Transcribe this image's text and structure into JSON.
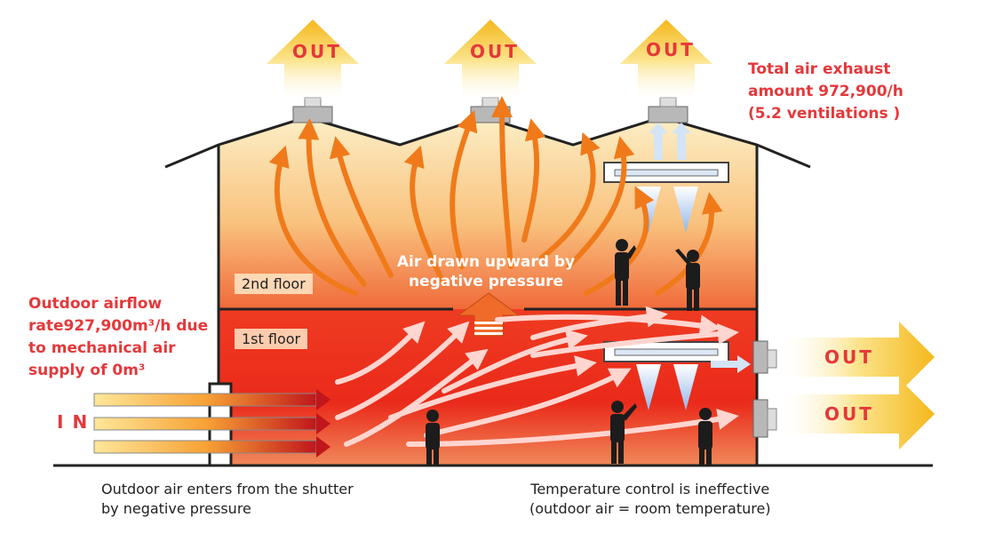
{
  "labels": {
    "out": "OUT",
    "in": "IN",
    "floor_2": "2nd floor",
    "floor_1": "1st floor",
    "center_note_l1": "Air drawn upward by",
    "center_note_l2": "negative pressure",
    "total_l1": "Total air exhaust",
    "total_l2": "amount 972,900/h",
    "total_l3": "(5.2 ventilations )",
    "outdoor_l1": "Outdoor airflow",
    "outdoor_l2": "rate927,900m³/h due",
    "outdoor_l3": "to mechanical air",
    "outdoor_l4": "supply of 0m³",
    "caption_left_l1": "Outdoor air enters from the shutter",
    "caption_left_l2": "by negative pressure",
    "caption_right_l1": "Temperature control is ineffective",
    "caption_right_l2": "(outdoor air = room temperature)"
  },
  "colors": {
    "note_red": "#e5383b",
    "arrow_orange": "#f07a1a",
    "out_arrow_yellow": "#f5c024",
    "floor2_top": "#fbe7b3",
    "floor1_red": "#e8291c",
    "cool_blue": "#a9c9ee"
  }
}
